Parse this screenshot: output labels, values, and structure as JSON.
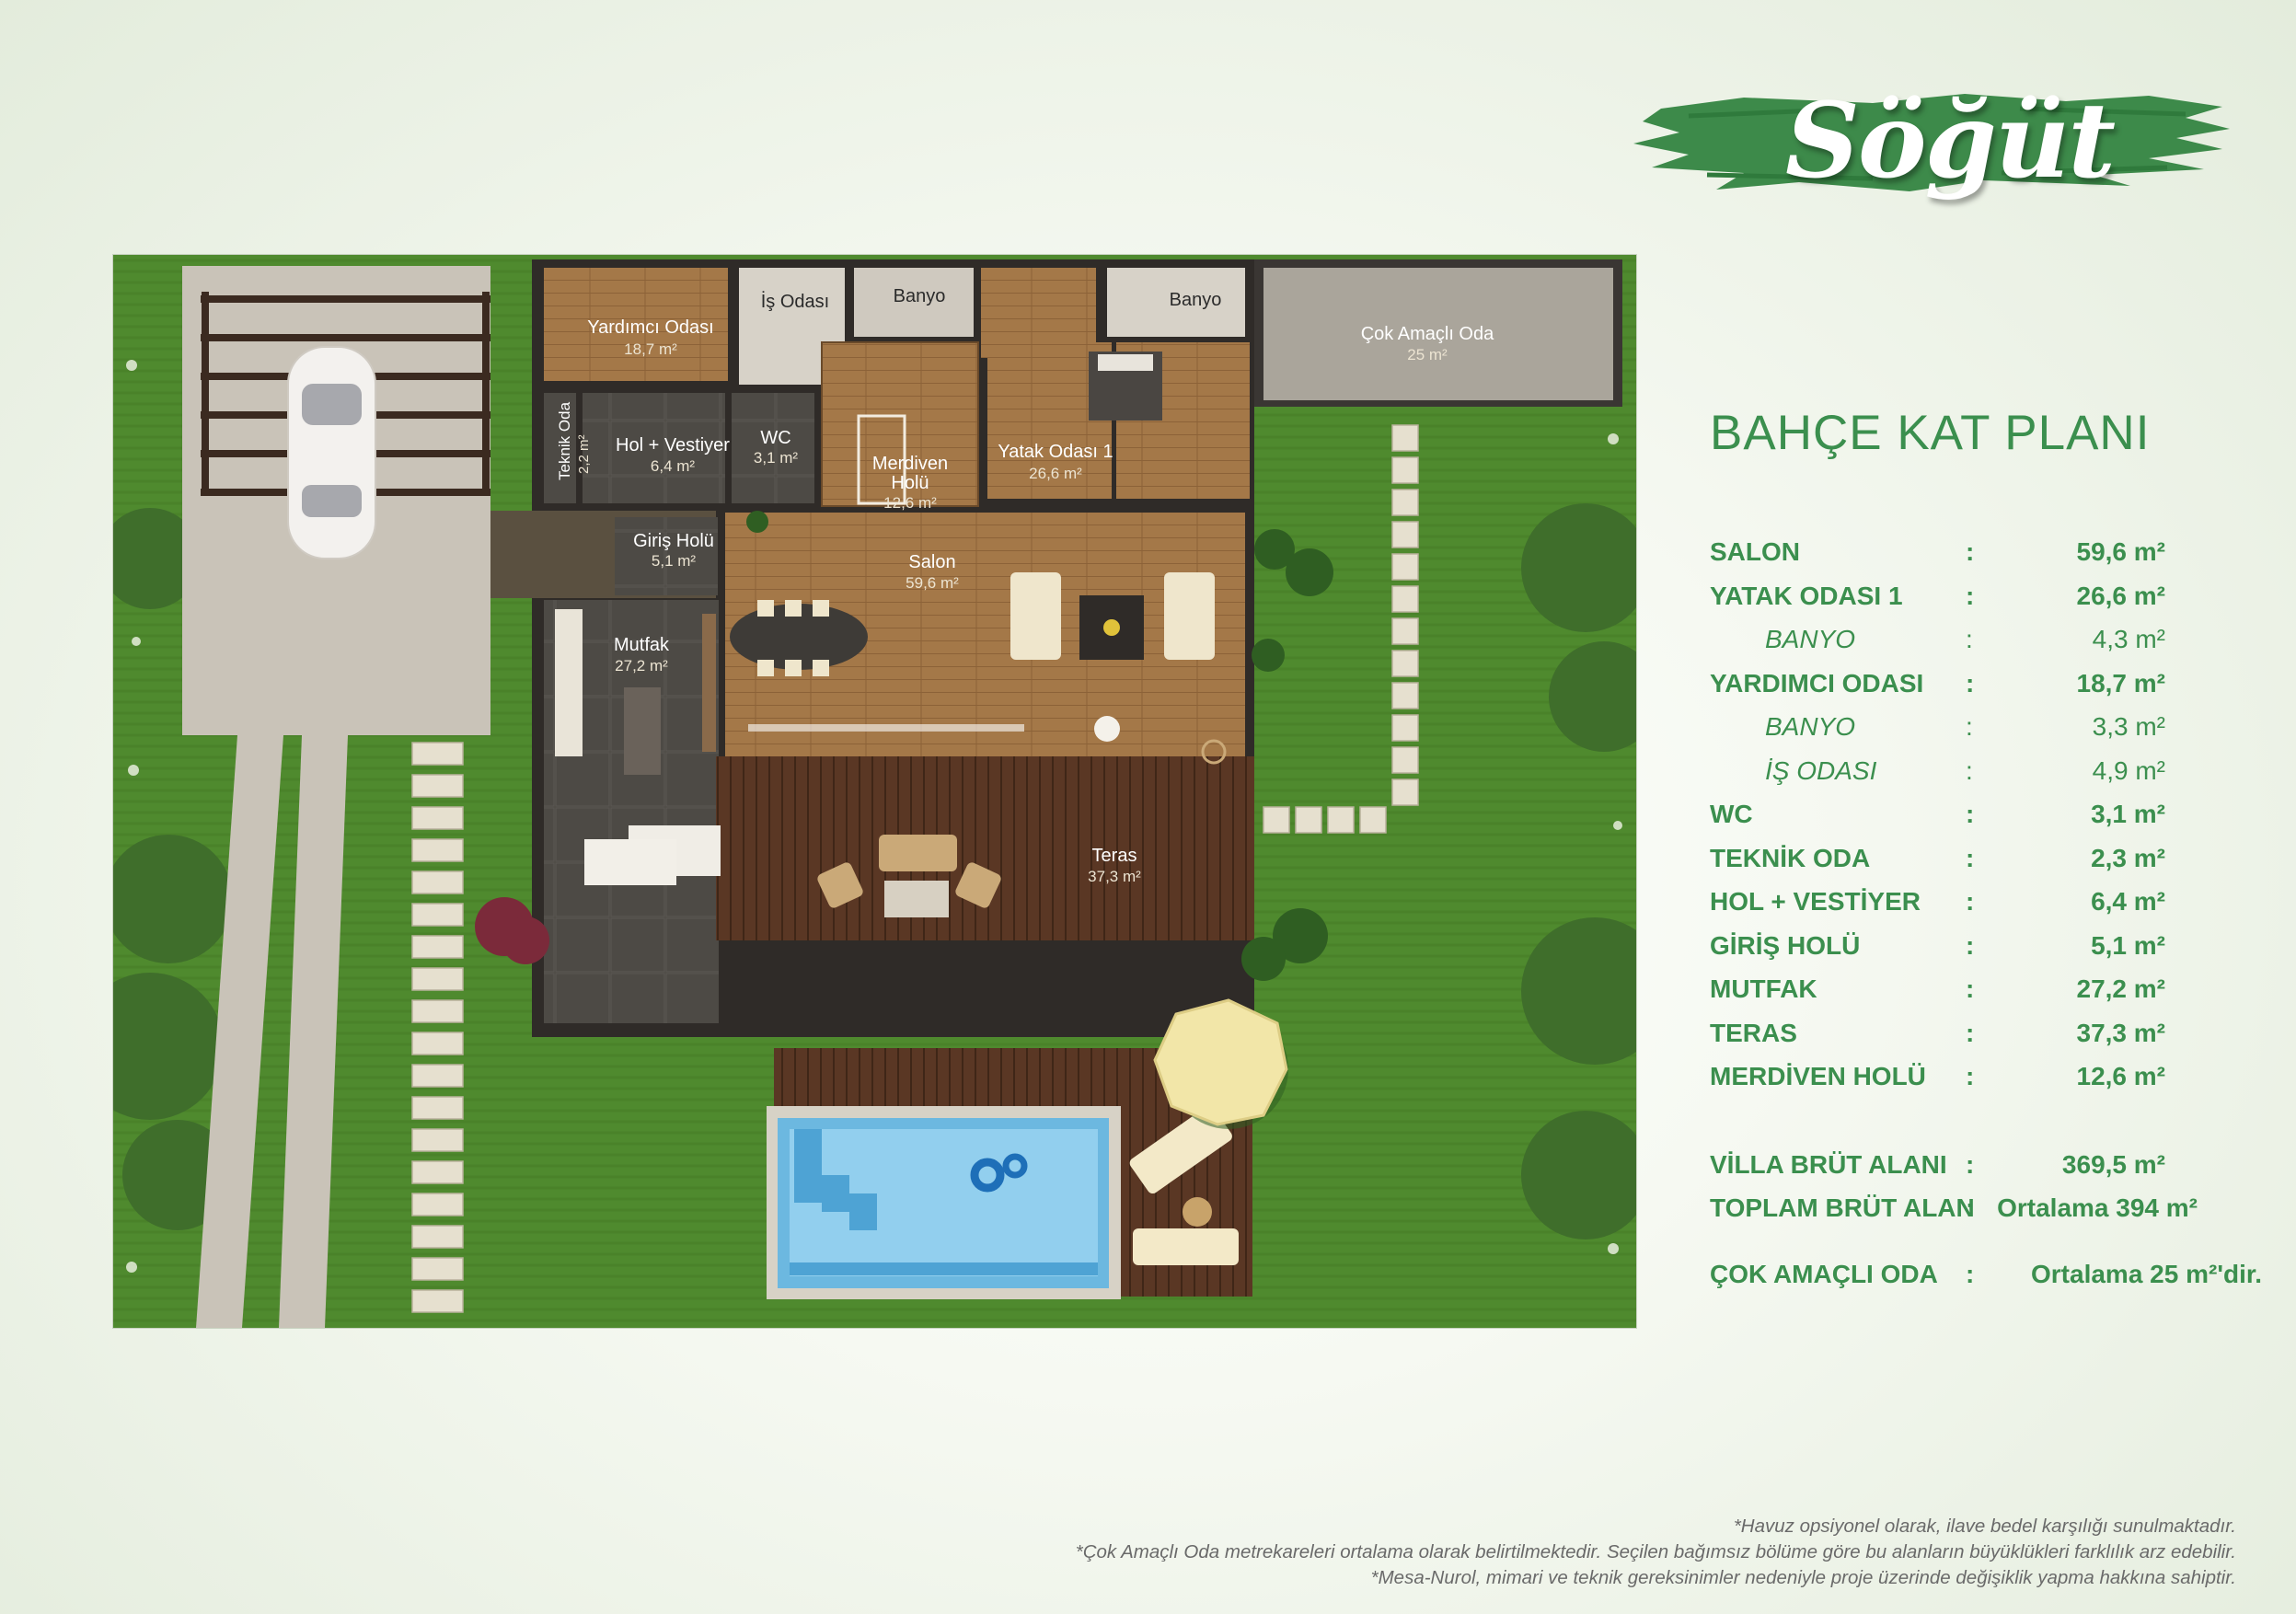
{
  "brand": {
    "logo_text": "Söğüt",
    "brush_color": "#3d8a4a"
  },
  "plan_labels": {
    "yardimci": {
      "name": "Yardımcı Odası",
      "area": "18,7 m²"
    },
    "is_odasi": {
      "name": "İş Odası"
    },
    "banyo_1": {
      "name": "Banyo"
    },
    "banyo_2": {
      "name": "Banyo"
    },
    "cok_amacli": {
      "name": "Çok Amaçlı Oda",
      "area": "25 m²"
    },
    "teknik": {
      "name": "Teknik Oda",
      "area": "2,2 m²"
    },
    "hol": {
      "name": "Hol + Vestiyer",
      "area": "6,4 m²"
    },
    "wc": {
      "name": "WC",
      "area": "3,1 m²"
    },
    "merdiven_1": {
      "name": "Merdiven"
    },
    "merdiven_2": {
      "name": "Holü",
      "area": "12,6 m²"
    },
    "yatak": {
      "name": "Yatak Odası 1",
      "area": "26,6 m²"
    },
    "giris": {
      "name": "Giriş Holü",
      "area": "5,1 m²"
    },
    "salon": {
      "name": "Salon",
      "area": "59,6 m²"
    },
    "mutfak": {
      "name": "Mutfak",
      "area": "27,2 m²"
    },
    "teras": {
      "name": "Teras",
      "area": "37,3 m²"
    }
  },
  "panel": {
    "heading": "BAHÇE KAT PLANI",
    "rows": [
      {
        "label": "SALON",
        "colon": ":",
        "value": "59,6 m²"
      },
      {
        "label": "YATAK ODASI 1",
        "colon": ":",
        "value": "26,6 m²"
      },
      {
        "label": "BANYO",
        "colon": ":",
        "value": "4,3 m²"
      },
      {
        "label": "YARDIMCI ODASI",
        "colon": ":",
        "value": "18,7 m²"
      },
      {
        "label": "BANYO",
        "colon": ":",
        "value": "3,3 m²"
      },
      {
        "label": "İŞ ODASI",
        "colon": ":",
        "value": "4,9 m²"
      },
      {
        "label": "WC",
        "colon": ":",
        "value": "3,1 m²"
      },
      {
        "label": "TEKNİK ODA",
        "colon": ":",
        "value": "2,3 m²"
      },
      {
        "label": "HOL + VESTİYER",
        "colon": ":",
        "value": "6,4 m²"
      },
      {
        "label": "GİRİŞ HOLÜ",
        "colon": ":",
        "value": "5,1 m²"
      },
      {
        "label": "MUTFAK",
        "colon": ":",
        "value": "27,2 m²"
      },
      {
        "label": "TERAS",
        "colon": ":",
        "value": "37,3 m²"
      },
      {
        "label": "MERDİVEN HOLÜ",
        "colon": ":",
        "value": "12,6 m²"
      }
    ],
    "villa_brut": {
      "label": "VİLLA BRÜT ALANI",
      "colon": ":",
      "value": "369,5 m²"
    },
    "toplam_brut": {
      "label": "TOPLAM BRÜT ALAN",
      "colon": ":",
      "value": "Ortalama 394 m²"
    },
    "cok_amacli": {
      "label": "ÇOK AMAÇLI ODA",
      "colon": ":",
      "value": "Ortalama 25 m²'dir."
    }
  },
  "notes": [
    "*Havuz opsiyonel olarak, ilave bedel karşılığı sunulmaktadır.",
    "*Çok Amaçlı Oda metrekareleri ortalama olarak belirtilmektedir. Seçilen bağımsız bölüme göre bu alanların büyüklükleri farklılık arz edebilir.",
    "*Mesa-Nurol, mimari ve teknik gereksinimler nedeniyle proje üzerinde değişiklik yapma hakkına sahiptir."
  ],
  "colors": {
    "green_text": "#3b8f4e",
    "lawn": "#4f8a2e",
    "wood": "#a47848",
    "tile": "#4d4a45"
  }
}
